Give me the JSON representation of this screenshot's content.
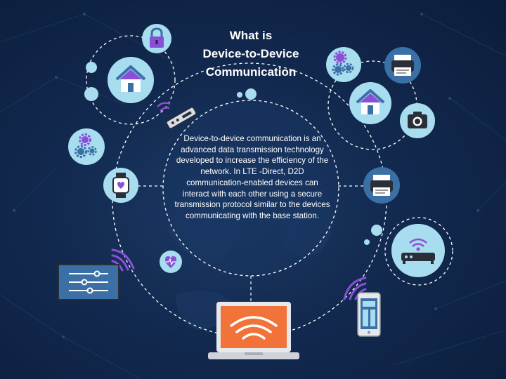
{
  "title": {
    "line1": "What is",
    "line2": "Device-to-Device",
    "line3": "Communication"
  },
  "description": "Device-to-device communication is an advanced data transmission technology developed to increase the efficiency of the network. In LTE -Direct, D2D communication-enabled devices can interact with each other using a secure transmission protocol similar to the devices communicating with the base station.",
  "colors": {
    "background": "#0f2447",
    "circle_fill": "#a8dcef",
    "icon_blue": "#3a70a6",
    "purple": "#8a4fd6",
    "screen_orange": "#f2733a"
  },
  "icons": [
    "lock-icon",
    "home-icon",
    "gears-icon",
    "router-icon",
    "smartwatch-icon",
    "heart-icon",
    "settings-panel-icon",
    "laptop-icon",
    "smartphone-icon",
    "printer-icon",
    "camera-icon",
    "wifi-icon"
  ]
}
